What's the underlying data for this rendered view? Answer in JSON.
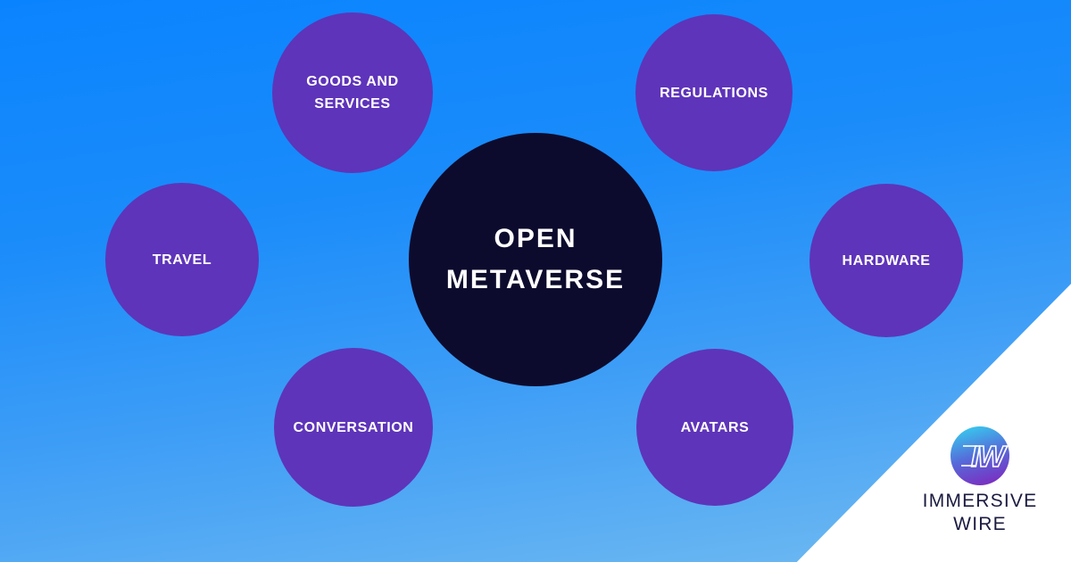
{
  "colors": {
    "background_top": "#0a84fe",
    "background_bottom": "#70baf1",
    "satellite_circle": "#5e34ba",
    "center_circle": "#0d0b2d",
    "label_text": "#ffffff",
    "brand_text": "#1b1b42",
    "logo_gradient_top": "#38c6ed",
    "logo_gradient_bottom": "#7b2ec1",
    "corner_wedge": "#ffffff"
  },
  "diagram": {
    "center": {
      "label": "OPEN METAVERSE",
      "lines": [
        "OPEN",
        "METAVERSE"
      ]
    },
    "nodes": [
      {
        "id": "goods-and-services",
        "label": "GOODS AND SERVICES",
        "lines": [
          "GOODS AND",
          "SERVICES"
        ]
      },
      {
        "id": "regulations",
        "label": "REGULATIONS"
      },
      {
        "id": "travel",
        "label": "TRAVEL"
      },
      {
        "id": "hardware",
        "label": "HARDWARE"
      },
      {
        "id": "conversation",
        "label": "CONVERSATION"
      },
      {
        "id": "avatars",
        "label": "AVATARS"
      }
    ]
  },
  "brand": {
    "logo_monogram": "IW",
    "name_line1": "IMMERSIVE",
    "name_line2": "WIRE"
  }
}
